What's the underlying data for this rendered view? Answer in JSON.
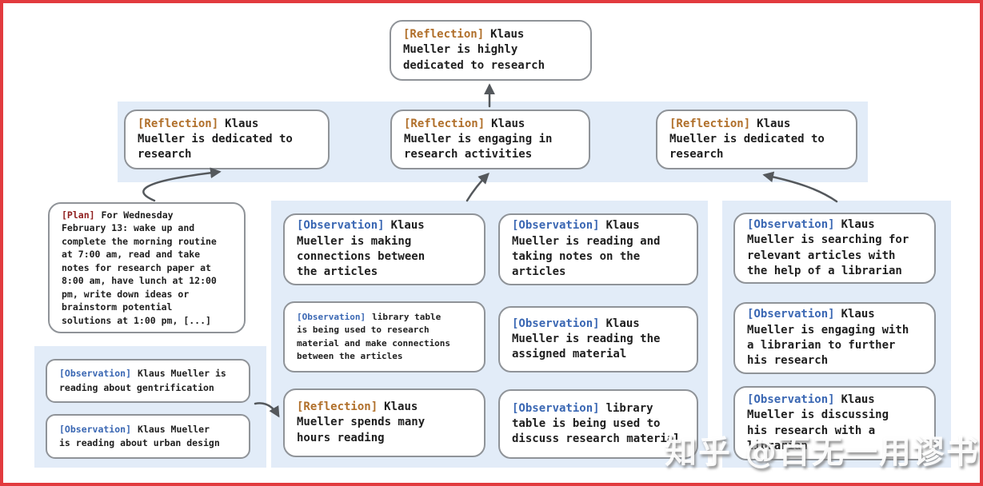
{
  "colors": {
    "frame_border": "#e23a3e",
    "panel_bg": "#e2ecf8",
    "card_border": "#8f9398",
    "reflection_tag": "#b06f2a",
    "observation_tag": "#3a67b3",
    "plan_tag": "#8f1d1d",
    "arrow": "#54585c"
  },
  "nodes": {
    "root": {
      "tag": "[Reflection]",
      "text": "Klaus\nMueller is highly\ndedicated to research"
    },
    "row2_left": {
      "tag": "[Reflection]",
      "text": "Klaus\nMueller is dedicated to\nresearch"
    },
    "row2_mid": {
      "tag": "[Reflection]",
      "text": "Klaus\nMueller is engaging in\nresearch activities"
    },
    "row2_right": {
      "tag": "[Reflection]",
      "text": "Klaus\nMueller is dedicated to\nresearch"
    },
    "plan": {
      "tag": "[Plan]",
      "text": "For Wednesday\nFebruary 13: wake up and\ncomplete the morning routine\nat 7:00 am, read and take\nnotes for research paper at\n8:00 am, have lunch at 12:00\npm, write down ideas or\nbrainstorm potential\nsolutions at 1:00 pm, [...]"
    },
    "left_obs_1": {
      "tag": "[Observation]",
      "text": "Klaus Mueller is\nreading about gentrification"
    },
    "left_obs_2": {
      "tag": "[Observation]",
      "text": "Klaus Mueller\nis reading about urban design"
    },
    "mid_a1": {
      "tag": "[Observation]",
      "text": "Klaus\nMueller is making\nconnections between\nthe articles"
    },
    "mid_a2": {
      "tag": "[Observation]",
      "text": "library table\nis being used to research\nmaterial and make connections\nbetween the articles"
    },
    "mid_a3": {
      "tag": "[Reflection]",
      "text": "Klaus\nMueller spends many\nhours reading"
    },
    "mid_b1": {
      "tag": "[Observation]",
      "text": "Klaus\nMueller is reading and\ntaking notes on the\narticles"
    },
    "mid_b2": {
      "tag": "[Observation]",
      "text": "Klaus\nMueller is reading the\nassigned material"
    },
    "mid_b3": {
      "tag": "[Observation]",
      "text": "library\ntable is being used to\ndiscuss research material"
    },
    "right_r1": {
      "tag": "[Observation]",
      "text": "Klaus\nMueller is searching for\nrelevant articles with\nthe help of a librarian"
    },
    "right_r2": {
      "tag": "[Observation]",
      "text": "Klaus\nMueller is engaging with\na librarian to further\nhis research"
    },
    "right_r3": {
      "tag": "[Observation]",
      "text": "Klaus\nMueller is discussing\nhis research with a\nlibrarian"
    }
  },
  "watermark": {
    "text": "知乎 @百无一用谬书生"
  }
}
